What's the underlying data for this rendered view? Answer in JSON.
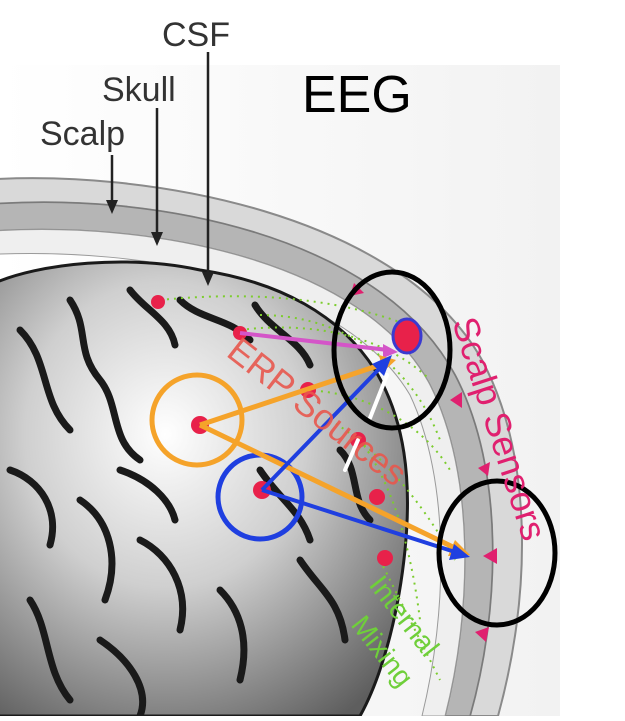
{
  "labels": {
    "csf": "CSF",
    "skull": "Skull",
    "scalp": "Scalp",
    "title": "EEG",
    "erp_sources": "ERP Sources",
    "scalp_sensors": "Scalp Sensors",
    "internal": "Internal",
    "mixing": "Mixing"
  },
  "colors": {
    "layer_text": "#333333",
    "title_text": "#000000",
    "erp_text": "#e8584e",
    "sensor_text": "#e0206f",
    "mixing_text": "#6fcf3a",
    "source_dot": "#e8214a",
    "orange": "#f5a32a",
    "blue": "#1f3fe0",
    "magenta": "#d455c8",
    "ellipse": "#000000",
    "fold": "#1a1a1a",
    "dotted": "#7ccc2e"
  },
  "icons": {
    "scalp_sensor": "triangle-marker",
    "erp_source": "red-dot"
  }
}
